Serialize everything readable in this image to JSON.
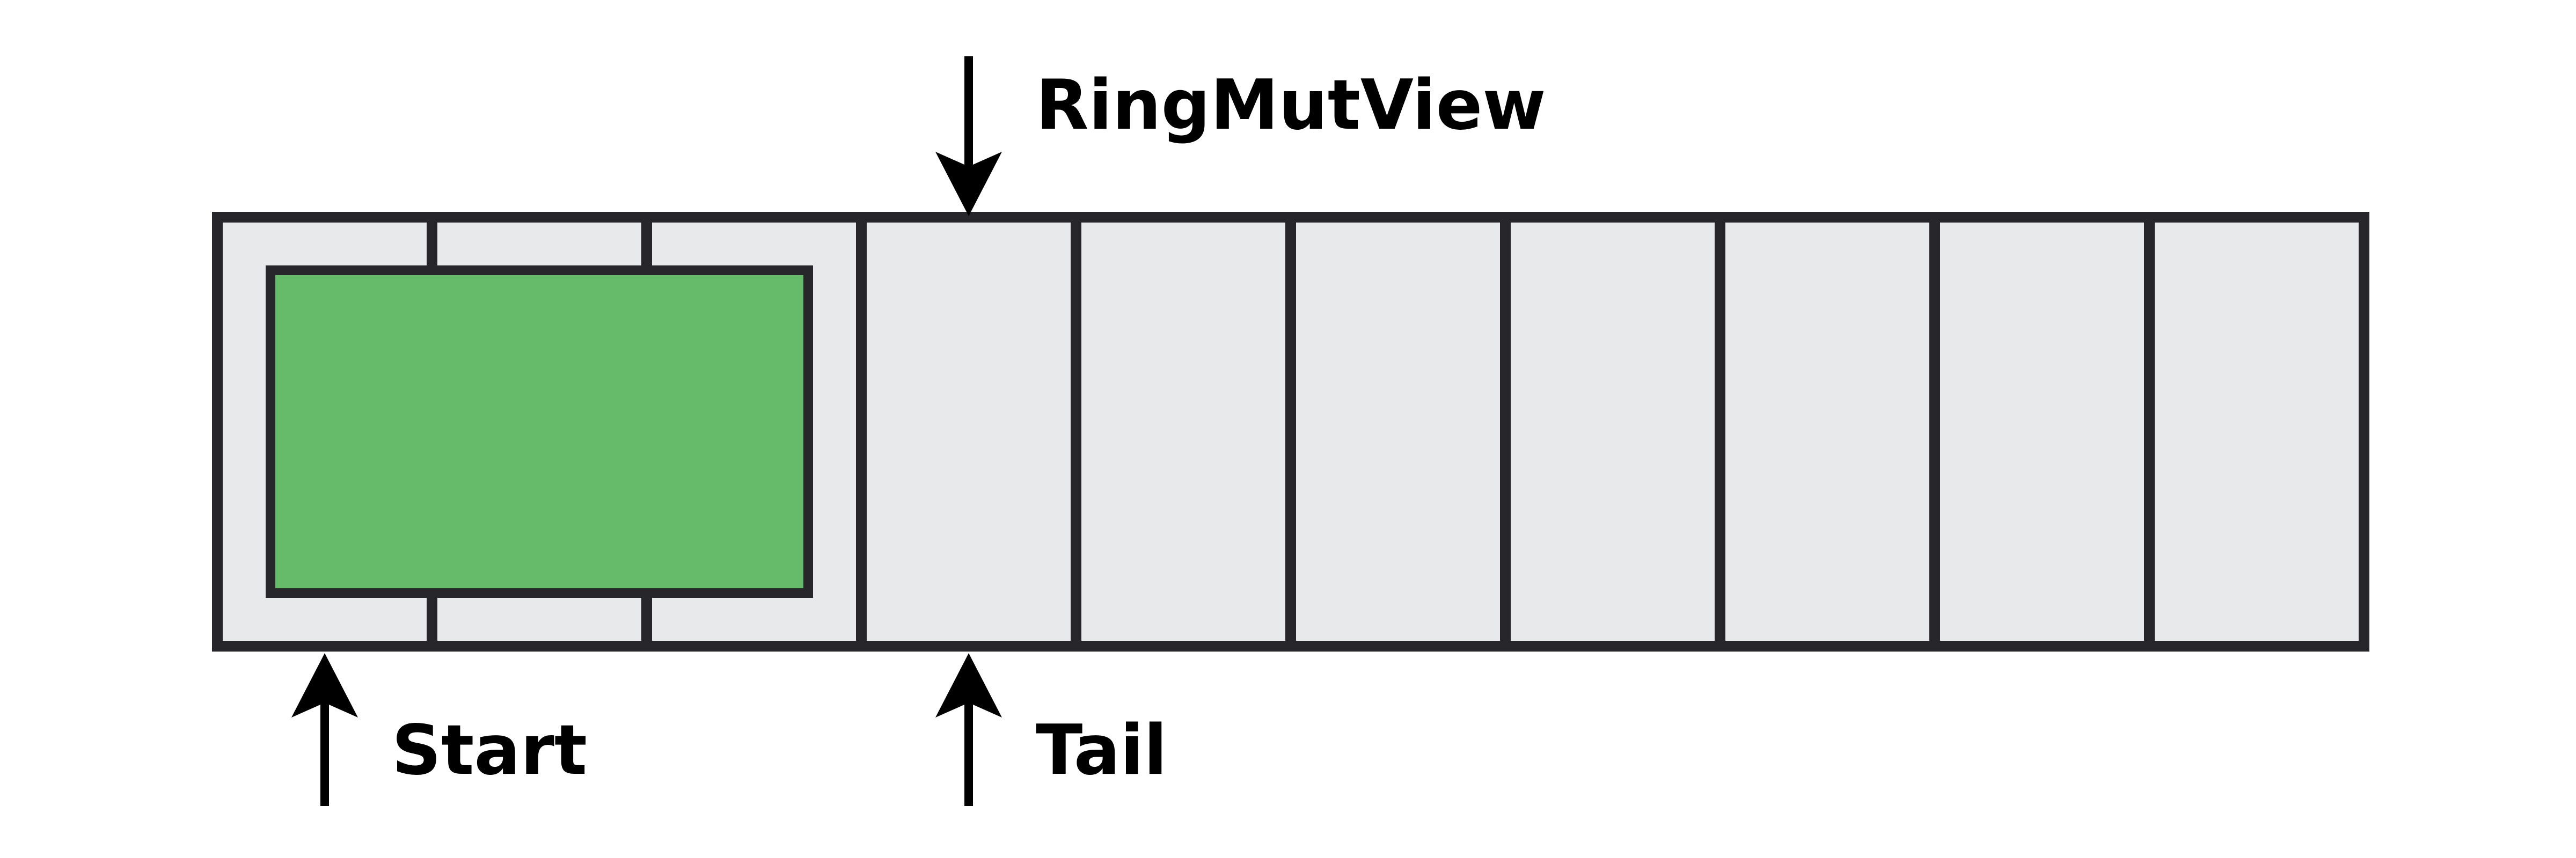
{
  "diagram": {
    "type": "ring-buffer",
    "buffer": {
      "cell_count": 10,
      "filled_cell_start": 1,
      "filled_cell_end": 3,
      "filled_cells_description": "cells 1-3 filled (green region)"
    },
    "pointers": [
      {
        "id": "view",
        "label": "RingMutView",
        "points_to_cell": 4,
        "side": "top",
        "direction": "down"
      },
      {
        "id": "start",
        "label": "Start",
        "points_to_cell": 1,
        "side": "bottom",
        "direction": "up"
      },
      {
        "id": "tail",
        "label": "Tail",
        "points_to_cell": 4,
        "side": "bottom",
        "direction": "up"
      }
    ],
    "colors": {
      "outline": "#26262b",
      "cell_fill": "#e8e9eb",
      "filled_region_fill": "#66bb6a",
      "arrow_and_text": "#000000",
      "background": "#ffffff"
    }
  }
}
